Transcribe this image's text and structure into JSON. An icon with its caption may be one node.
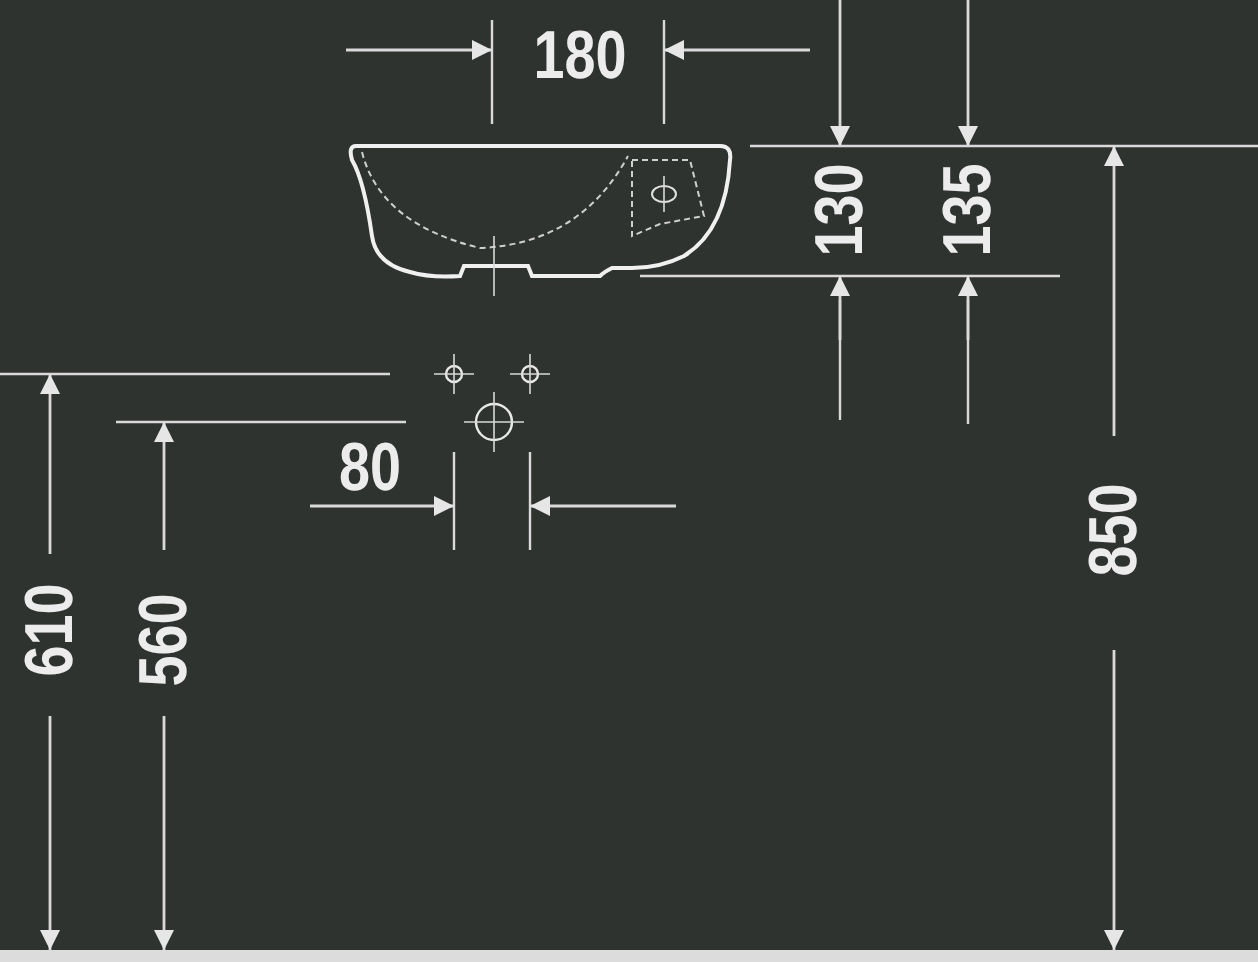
{
  "diagram": {
    "labels": [
      "180",
      "130",
      "135",
      "850",
      "80",
      "610",
      "560"
    ]
  }
}
